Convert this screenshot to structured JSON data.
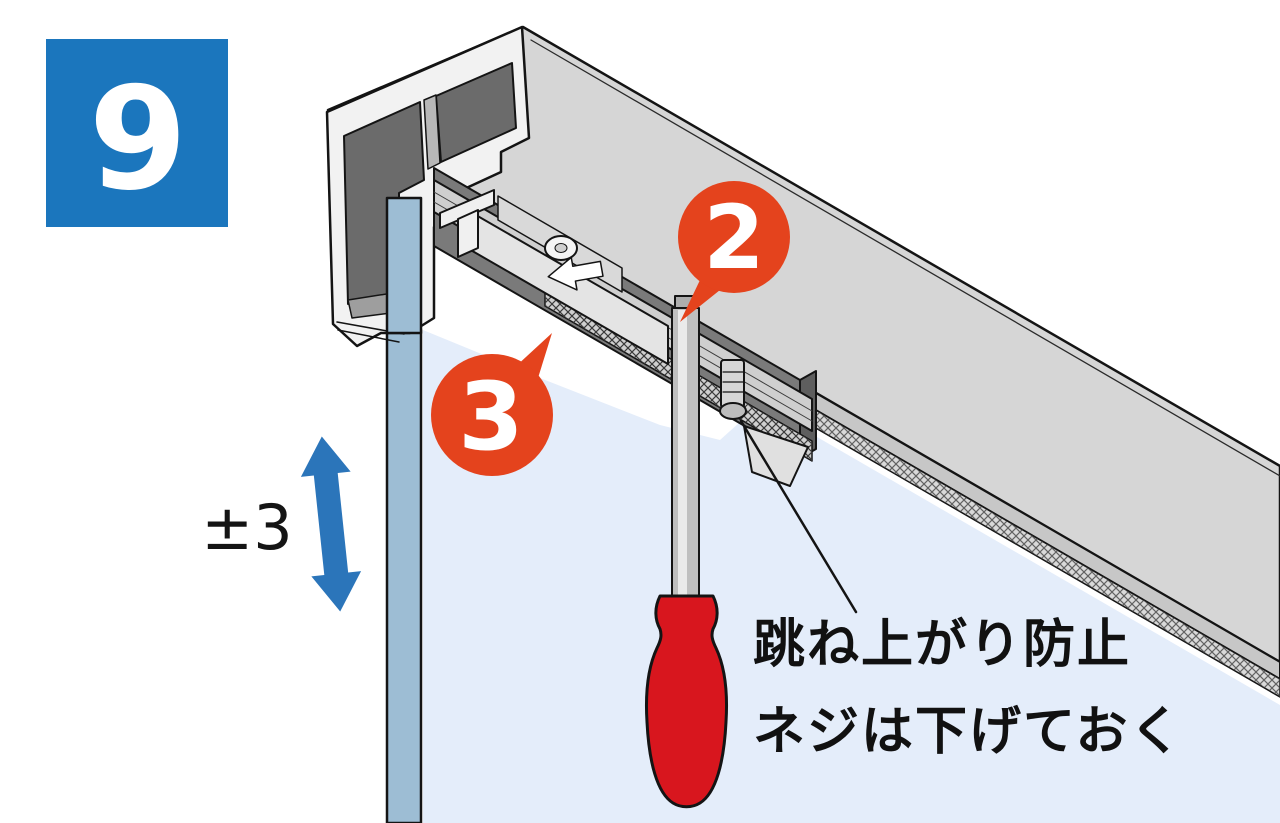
{
  "figure": {
    "kind": "installation-step-diagram",
    "subject": "top-rail hanger adjustment with screwdriver"
  },
  "step_badge": {
    "number": "9",
    "bg_color": "#1b76bd",
    "text_color": "#ffffff"
  },
  "callouts": {
    "adjust_screw": {
      "label": "2",
      "color": "#e4431d"
    },
    "hanger": {
      "label": "3",
      "color": "#e4431d"
    }
  },
  "dimension": {
    "label": "±3",
    "arrow_color": "#2b75ba",
    "text_color": "#141414"
  },
  "note": {
    "line1": "跳ね上がり防止",
    "line2": "ネジは下げておく",
    "text_color": "#111111"
  },
  "tool": {
    "name": "screwdriver",
    "handle_color": "#d8161e"
  },
  "glass": {
    "face_color": "#e4edfa",
    "edge_color": "#9dbdd4"
  },
  "rail": {
    "top_face_color": "#d6d6d6",
    "front_strip_color": "#c7c7c7",
    "cut_face_color": "#f2f2f2",
    "cavity_color": "#6b6b6b"
  }
}
